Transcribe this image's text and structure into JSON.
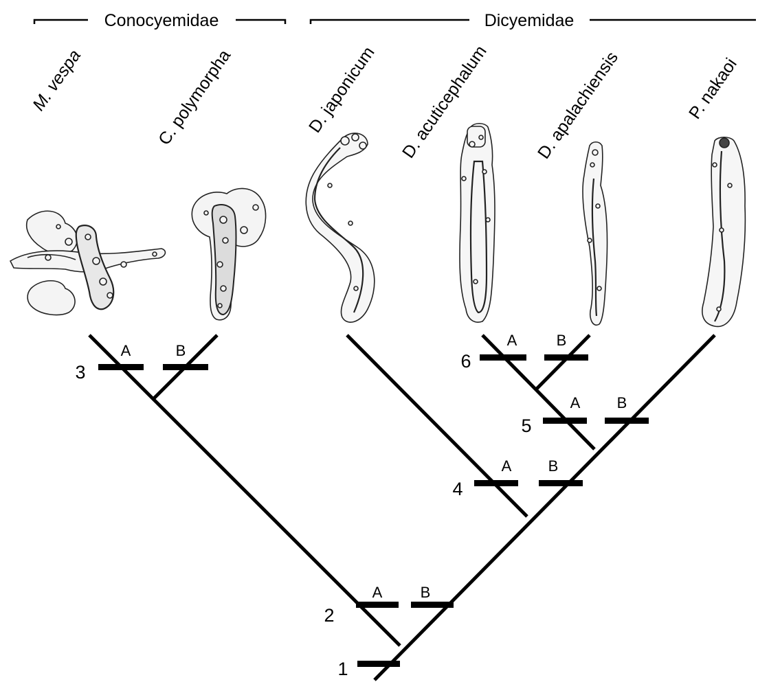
{
  "families": [
    {
      "name": "Conocyemidae"
    },
    {
      "name": "Dicyemidae"
    }
  ],
  "species": [
    {
      "name": "M. vespa",
      "italic": true
    },
    {
      "name": "C. polymorpha",
      "italic": false
    },
    {
      "name": "D. japonicum",
      "italic": false
    },
    {
      "name": "D. acuticephalum",
      "italic": false
    },
    {
      "name": "D. apalachiensis",
      "italic": false
    },
    {
      "name": "P. nakaoi",
      "italic": false
    }
  ],
  "nodes": [
    {
      "number": "1",
      "marks": []
    },
    {
      "number": "2",
      "marks": [
        "A",
        "B"
      ]
    },
    {
      "number": "3",
      "marks": [
        "A",
        "B"
      ]
    },
    {
      "number": "4",
      "marks": [
        "A",
        "B"
      ]
    },
    {
      "number": "5",
      "marks": [
        "A",
        "B"
      ]
    },
    {
      "number": "6",
      "marks": [
        "A",
        "B"
      ]
    }
  ],
  "colors": {
    "line": "#000000",
    "organism_fill": "#f2f2f2",
    "organism_stroke": "#333333"
  }
}
